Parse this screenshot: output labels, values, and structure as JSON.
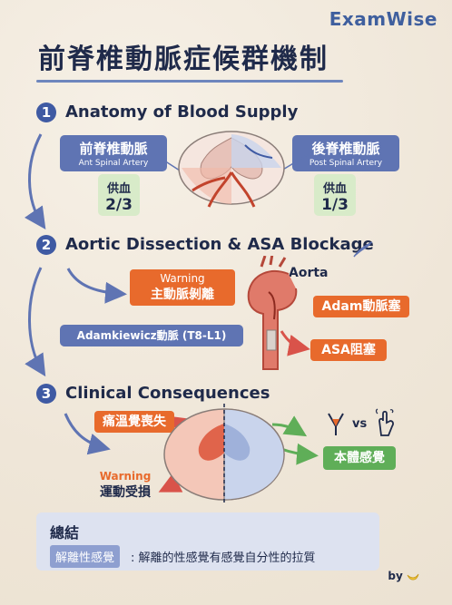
{
  "brand": "ExamWise",
  "title": "前脊椎動脈症候群機制",
  "sections": [
    {
      "num": "1",
      "title": "Anatomy of Blood Supply"
    },
    {
      "num": "2",
      "title": "Aortic Dissection & ASA Blockage"
    },
    {
      "num": "3",
      "title": "Clinical Consequences"
    }
  ],
  "anatomy": {
    "anterior": {
      "zh": "前脊椎動脈",
      "en": "Ant Spinal Artery",
      "supply_label": "供血",
      "supply_value": "2/3"
    },
    "posterior": {
      "zh": "後脊椎動脈",
      "en": "Post Spinal Artery",
      "supply_label": "供血",
      "supply_value": "1/3"
    }
  },
  "dissection": {
    "warning_label": "Warning",
    "warning_text": "主動脈剝離",
    "aorta_label": "Aorta",
    "adam_block": "Adam動脈塞",
    "adamkiewicz": "Adamkiewicz動脈 (T8-L1)",
    "asa_block": "ASA阻塞"
  },
  "consequences": {
    "pain_temp_loss": "痛溫覺喪失",
    "warning_label": "Warning",
    "motor": "運動受損",
    "vs": "vs",
    "preserved": "本體感覺"
  },
  "summary": {
    "title": "總結",
    "tag": "解離性感覺",
    "text": ": 解離的性感覺有感覺自分性的拉質"
  },
  "byline": "by",
  "colors": {
    "navy": "#1f2a4a",
    "blue": "#5f74b3",
    "orange": "#e86a2c",
    "green": "#d8ebc9",
    "green_box": "#5fae58",
    "red": "#d9534a"
  }
}
